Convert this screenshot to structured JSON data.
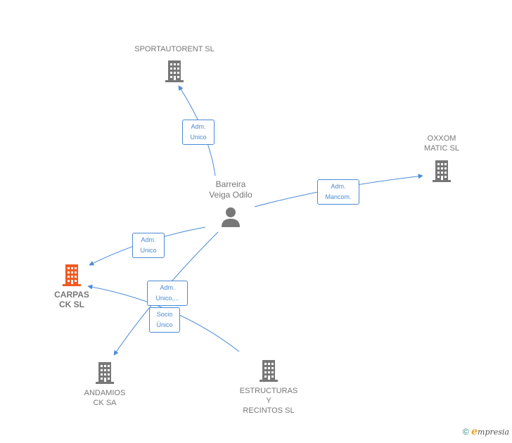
{
  "colors": {
    "edge": "#4a8ad4",
    "node": "#777777",
    "highlight": "#f05a22"
  },
  "nodes": {
    "sportautorent": {
      "label": "SPORTAUTORENT SL",
      "icon": "building-icon"
    },
    "oxxom": {
      "label": "OXXOM\nMATIC  SL",
      "icon": "building-icon"
    },
    "person": {
      "label": "Barreira\nVeiga Odilo",
      "icon": "person-icon"
    },
    "carpas": {
      "label": "CARPAS\nCK  SL",
      "icon": "building-icon"
    },
    "andamios": {
      "label": "ANDAMIOS\nCK SA",
      "icon": "building-icon"
    },
    "estructuras": {
      "label": "ESTRUCTURAS\nY\nRECINTOS  SL",
      "icon": "building-icon"
    }
  },
  "badges": {
    "b1": "Adm.\nUnico",
    "b2": "Adm.\nMancom.",
    "b3": "Adm.\nUnico",
    "b4": "Adm.\nUnico,...",
    "b5": "Socio\nÚnico"
  },
  "footer": {
    "copyright": "©",
    "brand_e": "e",
    "brand_rest": "mpresia"
  }
}
